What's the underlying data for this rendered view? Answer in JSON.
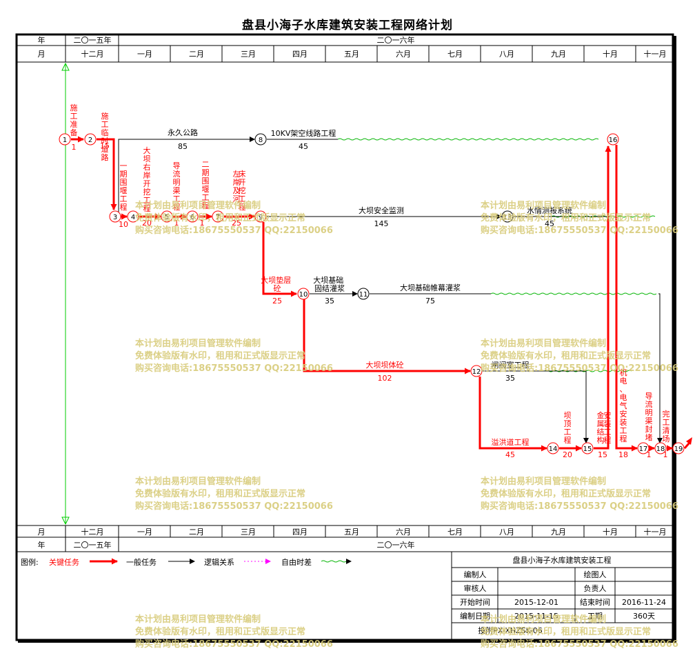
{
  "title": "盘县小海子水库建筑安装工程网络计划",
  "timescale": {
    "year_label": "年",
    "month_label": "月",
    "year_2015": "二〇一五年",
    "year_2016": "二〇一六年",
    "months": [
      "十二月",
      "一月",
      "二月",
      "三月",
      "四月",
      "五月",
      "六月",
      "七月",
      "八月",
      "九月",
      "十月",
      "十一月"
    ]
  },
  "tasks": [
    {
      "id": "t1",
      "name": "施工准备",
      "duration": "1",
      "critical": true
    },
    {
      "id": "t2",
      "name": "施工临时道路",
      "duration": "15",
      "critical": true
    },
    {
      "id": "t3",
      "name": "永久公路",
      "duration": "85",
      "critical": false
    },
    {
      "id": "t4",
      "name": "10KV架空线路工程",
      "duration": "45",
      "critical": false
    },
    {
      "id": "t5",
      "name": "一期围堰工程",
      "duration": "10",
      "critical": true
    },
    {
      "id": "t6",
      "name": "大坝右岸开挖工程",
      "duration": "20",
      "critical": true
    },
    {
      "id": "t7",
      "name": "导流明渠工程",
      "duration": "1",
      "critical": true
    },
    {
      "id": "t8",
      "name": "二期围堰工程",
      "duration": "1",
      "critical": true
    },
    {
      "id": "t9",
      "name": "左岸及河床开挖工程",
      "duration": "25",
      "critical": true
    },
    {
      "id": "t10",
      "name": "大坝安全监测",
      "duration": "145",
      "critical": false
    },
    {
      "id": "t11",
      "name": "水情测报系统",
      "duration": "45",
      "critical": false
    },
    {
      "id": "t12",
      "name": "大坝垫层砼",
      "duration": "25",
      "critical": true
    },
    {
      "id": "t13",
      "name": "大坝基础固结灌浆",
      "duration": "35",
      "critical": false
    },
    {
      "id": "t14",
      "name": "大坝基础帷幕灌浆",
      "duration": "75",
      "critical": false
    },
    {
      "id": "t15",
      "name": "大坝坝体砼",
      "duration": "102",
      "critical": true
    },
    {
      "id": "t16",
      "name": "闸阀室工程",
      "duration": "35",
      "critical": false
    },
    {
      "id": "t17",
      "name": "溢洪道工程",
      "duration": "45",
      "critical": true
    },
    {
      "id": "t18",
      "name": "坝顶工程",
      "duration": "20",
      "critical": true
    },
    {
      "id": "t19",
      "name": "金属结构安装工程",
      "duration": "15",
      "critical": true
    },
    {
      "id": "t20",
      "name": "机电、电气安装工程",
      "duration": "18",
      "critical": true
    },
    {
      "id": "t21",
      "name": "导流明渠封堵",
      "duration": "1",
      "critical": true
    },
    {
      "id": "t22",
      "name": "完工清场",
      "duration": "1",
      "critical": true
    }
  ],
  "nodes": [
    "1",
    "2",
    "3",
    "4",
    "5",
    "6",
    "7",
    "8",
    "9",
    "10",
    "11",
    "12",
    "13",
    "14",
    "15",
    "16",
    "17",
    "18",
    "19"
  ],
  "legend": {
    "label": "图例:",
    "critical": "关键任务",
    "general": "一般任务",
    "logic": "逻辑关系",
    "float": "自由时差"
  },
  "info": {
    "project_name": "盘县小海子水库建筑安装工程",
    "compiler_label": "编制人",
    "drawer_label": "绘图人",
    "reviewer_label": "审核人",
    "manager_label": "负责人",
    "start_label": "开始时间",
    "start_value": "2015-12-01",
    "end_label": "结束时间",
    "end_value": "2016-11-24",
    "date_label": "编制日期",
    "date_value": "2015-11-15",
    "period_label": "工期",
    "period_value": "360天",
    "doc_no": "投附PX-XHZSK-06"
  },
  "watermark": [
    "本计划由易利项目管理软件编制",
    "免费体验版有水印，租用和正式版显示正常",
    "购买咨询电话:18675550537 QQ:22150066"
  ],
  "colors": {
    "critical": "#ff0000",
    "general": "#000000",
    "float": "#00b400",
    "logic": "#ff00ff",
    "watermark": "#d8cb7a",
    "start_line": "#00cc00"
  }
}
